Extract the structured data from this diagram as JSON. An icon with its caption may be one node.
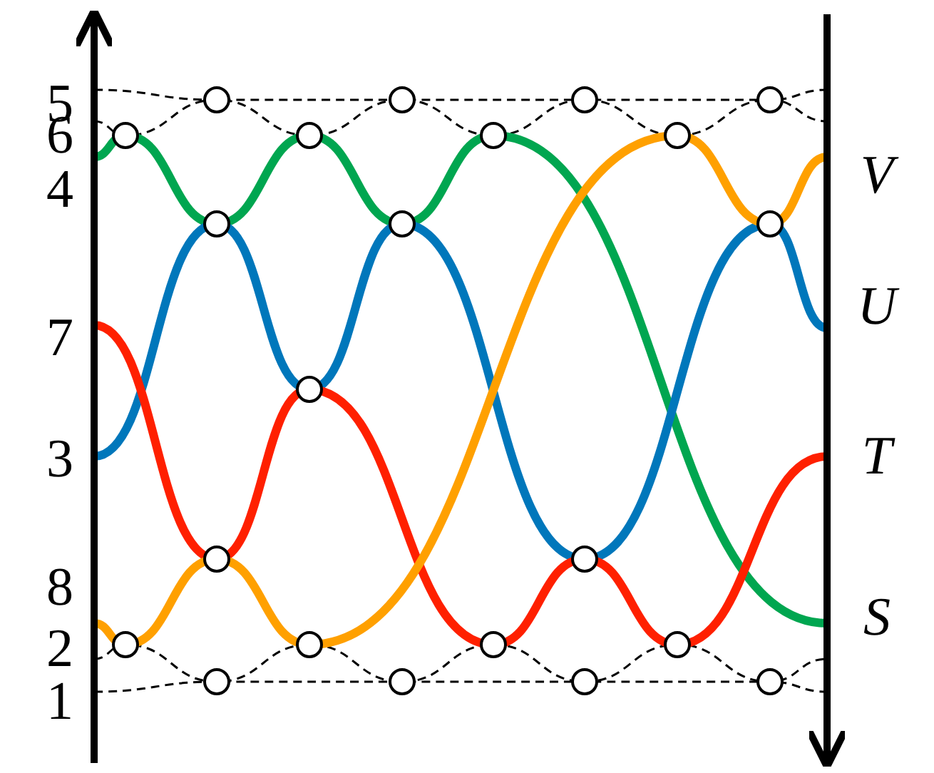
{
  "diagram": {
    "labels": [
      "5",
      "6",
      "4",
      "7",
      "3",
      "8",
      "2",
      "1",
      "V",
      "U",
      "T",
      "S"
    ]
  }
}
